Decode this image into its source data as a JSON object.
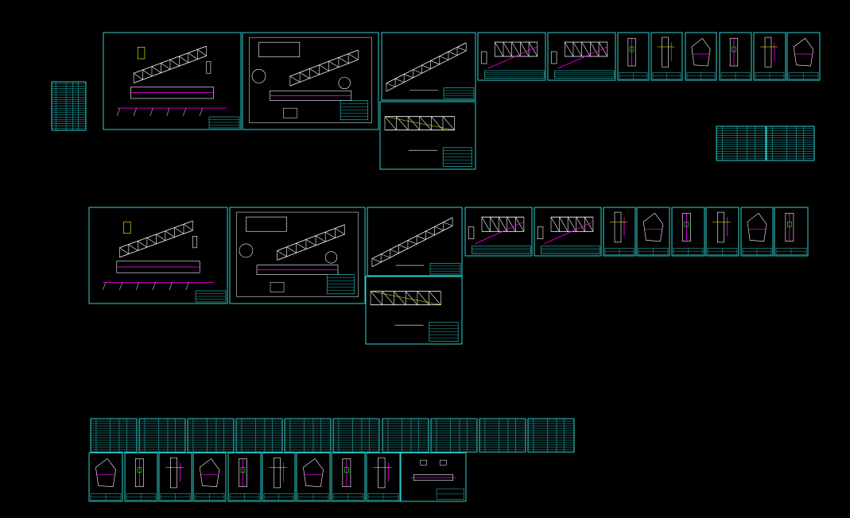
{
  "app": {
    "title": ""
  },
  "palette": {
    "background": "#000000",
    "frame": "#2fd0d0",
    "line": "#ffffff",
    "accent": "#ff00ff",
    "highlight": "#ffff00",
    "green": "#00ff00"
  },
  "sheets": {
    "row1_assembly": [
      "drawing-sheet",
      "drawing-sheet",
      "drawing-sheet",
      "drawing-sheet"
    ],
    "row1_details": [
      "detail-sheet",
      "detail-sheet",
      "detail-sheet",
      "detail-sheet",
      "detail-sheet",
      "detail-sheet",
      "detail-sheet",
      "detail-sheet",
      "detail-sheet",
      "detail-sheet"
    ],
    "row2_assembly": [
      "drawing-sheet",
      "drawing-sheet",
      "drawing-sheet",
      "drawing-sheet"
    ],
    "row2_details": [
      "detail-sheet",
      "detail-sheet",
      "detail-sheet",
      "detail-sheet",
      "detail-sheet",
      "detail-sheet",
      "detail-sheet",
      "detail-sheet",
      "detail-sheet"
    ],
    "tables_bottom": [
      "table-sheet",
      "table-sheet",
      "table-sheet",
      "table-sheet",
      "table-sheet",
      "table-sheet",
      "table-sheet",
      "table-sheet",
      "table-sheet",
      "table-sheet"
    ],
    "parts_bottom": [
      "part-sheet",
      "part-sheet",
      "part-sheet",
      "part-sheet",
      "part-sheet",
      "part-sheet",
      "part-sheet",
      "part-sheet",
      "part-sheet",
      "part-sheet"
    ]
  }
}
